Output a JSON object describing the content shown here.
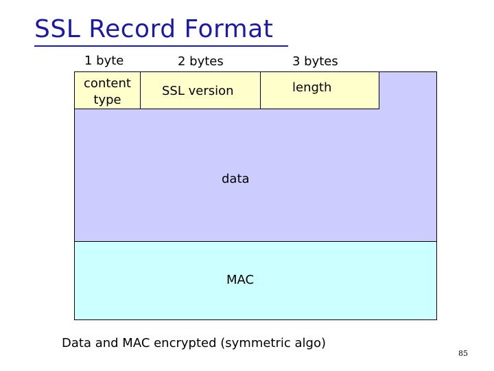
{
  "title": "SSL Record Format",
  "field_sizes": [
    "1 byte",
    "2 bytes",
    "3 bytes"
  ],
  "fields": {
    "content_type": "content type",
    "ssl_version": "SSL version",
    "length": "length"
  },
  "data_label": "data",
  "mac_label": "MAC",
  "caption": "Data and MAC encrypted (symmetric algo)",
  "page_number": "85",
  "colors": {
    "title": "#1a1aa6",
    "header_fields": "#ffffcc",
    "data": "#ccccff",
    "mac": "#ccffff"
  }
}
